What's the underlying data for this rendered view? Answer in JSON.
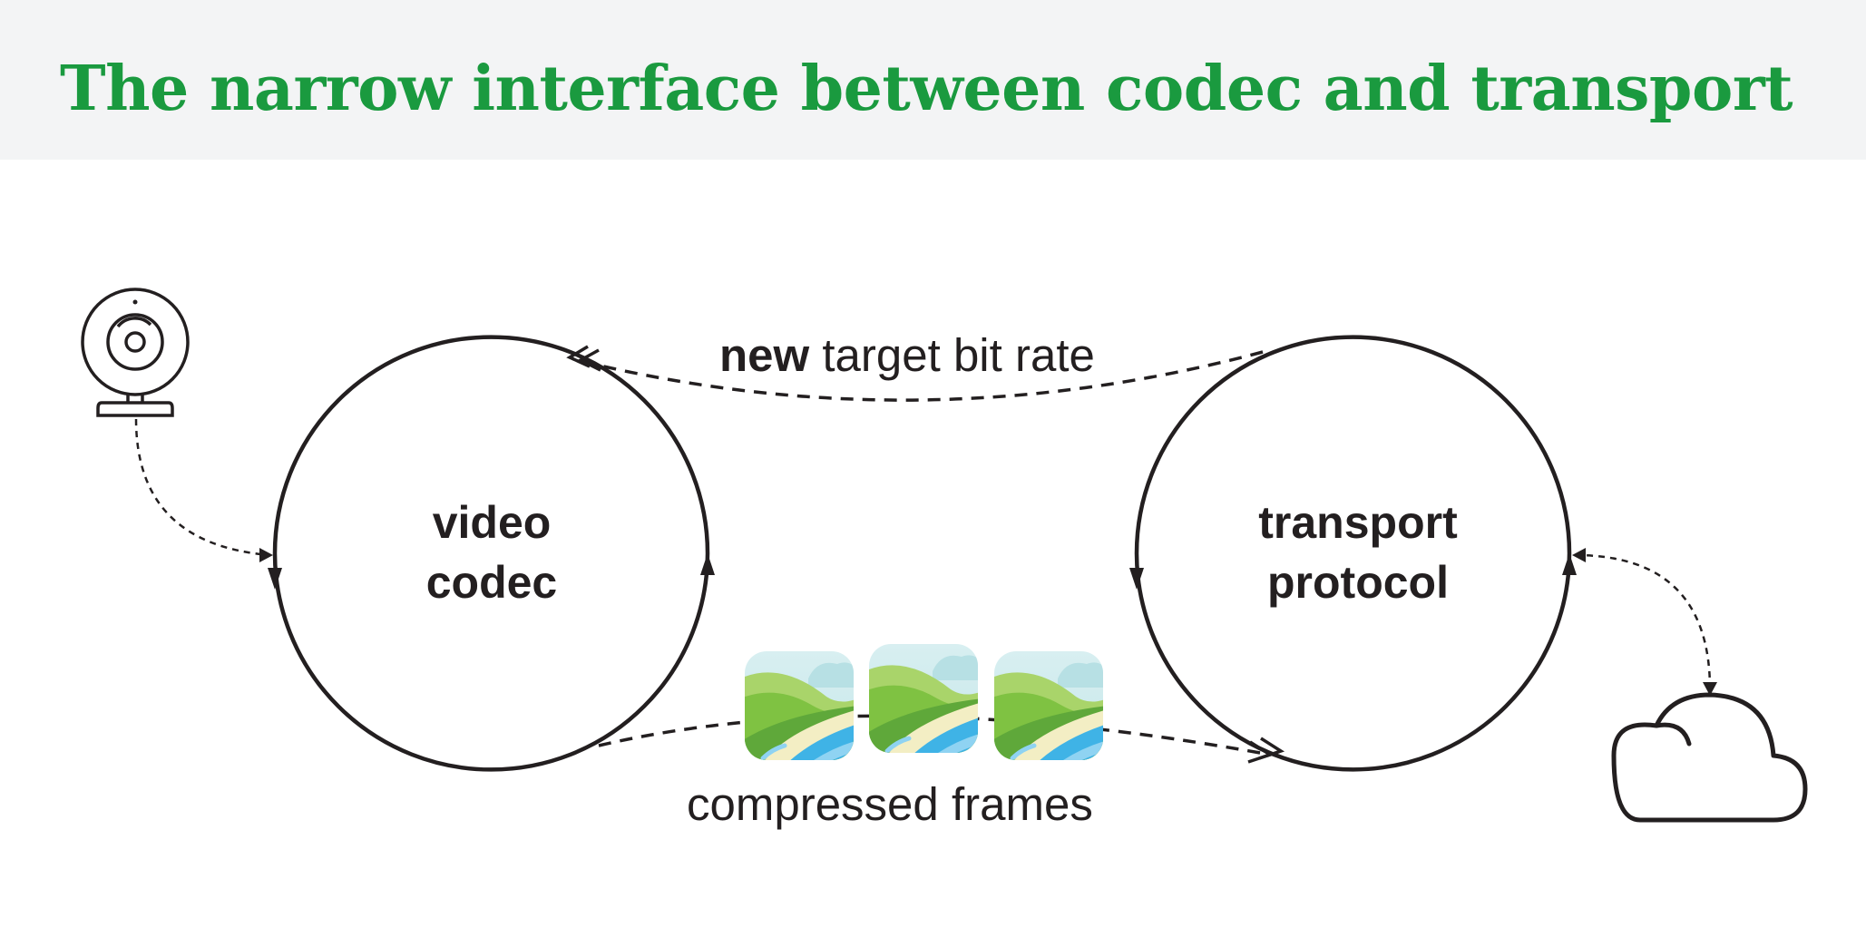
{
  "title": "The narrow interface between codec and transport",
  "colors": {
    "title": "#1a9a3f",
    "header_bg": "#f3f4f5",
    "ink": "#231f20",
    "frame_sky": "#d5eef0",
    "frame_hill": "#8cc63f",
    "frame_water": "#3fb3e6"
  },
  "nodes": {
    "codec": {
      "line1": "video",
      "line2": "codec"
    },
    "transport": {
      "line1": "transport",
      "line2": "protocol"
    }
  },
  "flows": {
    "feedback": {
      "emphasis": "new",
      "rest": " target bit rate"
    },
    "frames": {
      "label": "compressed frames"
    }
  },
  "icons": {
    "source": "webcam-icon",
    "network": "cloud-icon",
    "frame": "landscape-frame-icon"
  },
  "frames_count": 3
}
